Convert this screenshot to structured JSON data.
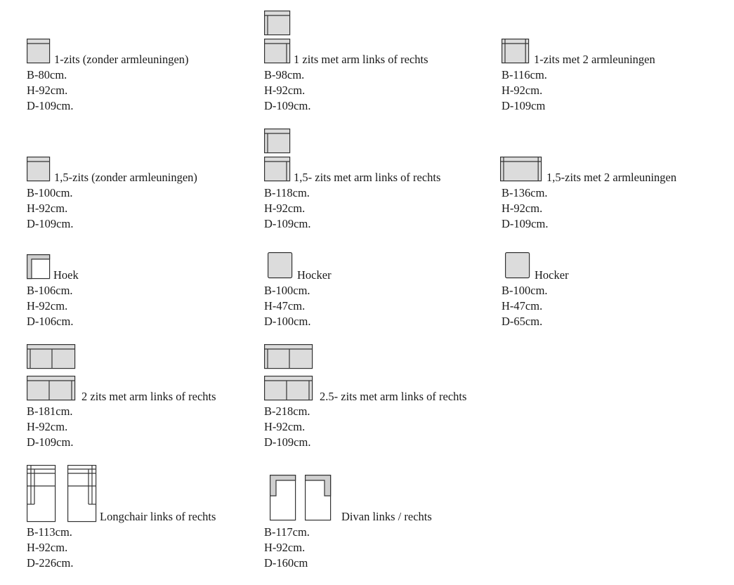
{
  "items": [
    {
      "title": "1-zits (zonder armleuningen)",
      "b": "B-80cm.",
      "h": "H-92cm.",
      "d": "D-109cm."
    },
    {
      "title": "1 zits met arm links of rechts",
      "b": "B-98cm.",
      "h": "H-92cm.",
      "d": "D-109cm."
    },
    {
      "title": "1-zits met 2 armleuningen",
      "b": "B-116cm.",
      "h": "H-92cm.",
      "d": "D-109cm"
    },
    {
      "title": "1,5-zits (zonder armleuningen)",
      "b": "B-100cm.",
      "h": "H-92cm.",
      "d": "D-109cm."
    },
    {
      "title": "1,5- zits met arm links of rechts",
      "b": "B-118cm.",
      "h": "H-92cm.",
      "d": "D-109cm."
    },
    {
      "title": "1,5-zits met 2 armleuningen",
      "b": "B-136cm.",
      "h": "H-92cm.",
      "d": "D-109cm."
    },
    {
      "title": "Hoek",
      "b": "B-106cm.",
      "h": "H-92cm.",
      "d": "D-106cm."
    },
    {
      "title": "Hocker",
      "b": "B-100cm.",
      "h": "H-47cm.",
      "d": "D-100cm."
    },
    {
      "title": "Hocker",
      "b": "B-100cm.",
      "h": "H-47cm.",
      "d": "D-65cm."
    },
    {
      "title": "2 zits met arm links of rechts",
      "b": "B-181cm.",
      "h": "H-92cm.",
      "d": "D-109cm."
    },
    {
      "title": "2.5- zits met arm links of rechts",
      "b": "B-218cm.",
      "h": "H-92cm.",
      "d": "D-109cm."
    },
    {
      "title": "Longchair links of rechts",
      "b": "B-113cm.",
      "h": "H-92cm.",
      "d": "D-226cm."
    },
    {
      "title": "Divan links / rechts",
      "b": "B-117cm.",
      "h": "H-92cm.",
      "d": "D-160cm"
    }
  ],
  "icons": {
    "armless": "sofa-armless-icon",
    "one_arm": "sofa-one-arm-icon",
    "two_arms": "sofa-two-arms-icon",
    "corner": "corner-element-icon",
    "hocker": "hocker-icon",
    "longchair": "longchair-icon",
    "divan": "divan-icon"
  }
}
